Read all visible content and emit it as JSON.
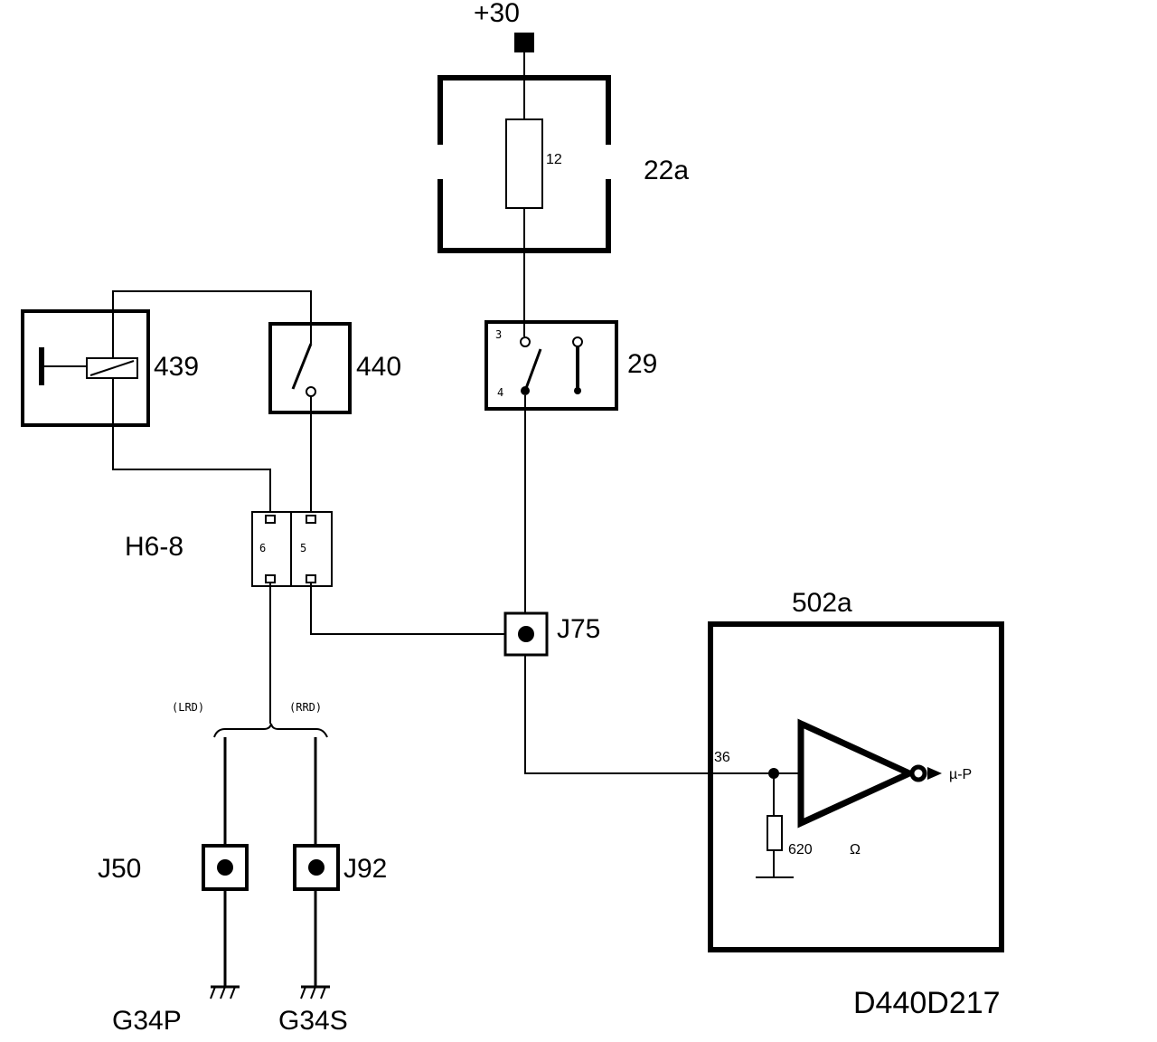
{
  "diagram": {
    "supply": {
      "label": "+30"
    },
    "fuse_box": {
      "label": "22a",
      "fuse_number": "12"
    },
    "relay_439": {
      "label": "439"
    },
    "switch_440": {
      "label": "440"
    },
    "switch_29": {
      "label": "29",
      "pin_top": "3",
      "pin_bottom": "4"
    },
    "connector": {
      "label": "H6-8",
      "pin_left": "6",
      "pin_right": "5"
    },
    "junction_j75": {
      "label": "J75"
    },
    "module": {
      "label": "502a",
      "pin": "36",
      "resistor": "620",
      "signal": "µ-P",
      "symbol": "Ω"
    },
    "branch": {
      "left": "(LRD)",
      "right": "(RRD)"
    },
    "junction_j50": {
      "label": "J50"
    },
    "junction_j92": {
      "label": "J92"
    },
    "ground_left": {
      "label": "G34P"
    },
    "ground_right": {
      "label": "G34S"
    },
    "diagram_id": "D440D217"
  }
}
